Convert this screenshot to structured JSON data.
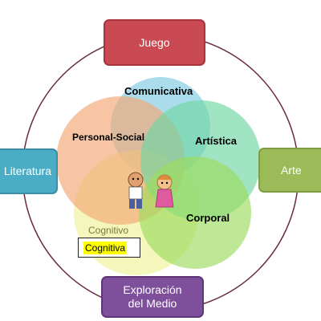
{
  "outer_boxes": {
    "top": "Juego",
    "left": "Literatura",
    "right": "Arte",
    "bottom_line1": "Exploración",
    "bottom_line2": "del Medio"
  },
  "circle_labels": {
    "comunicativa": "Comunicativa",
    "personal_social": "Personal-Social",
    "artistica": "Artística",
    "corporal": "Corporal",
    "cognitivo": "Cognitivo"
  },
  "highlight_label": "Cognitiva",
  "colors": {
    "juego": "#c94a52",
    "literatura": "#4bacc6",
    "arte": "#9bbb59",
    "exploracion": "#7e4f9b",
    "comunicativa": "#8fd0e6",
    "personal_social": "#f2a673",
    "artistica": "#6fd5a3",
    "corporal": "#9bdc5c",
    "cognitivo": "#f0f2a0",
    "ring": "#6a2c3a",
    "highlight": "#ffff00"
  }
}
